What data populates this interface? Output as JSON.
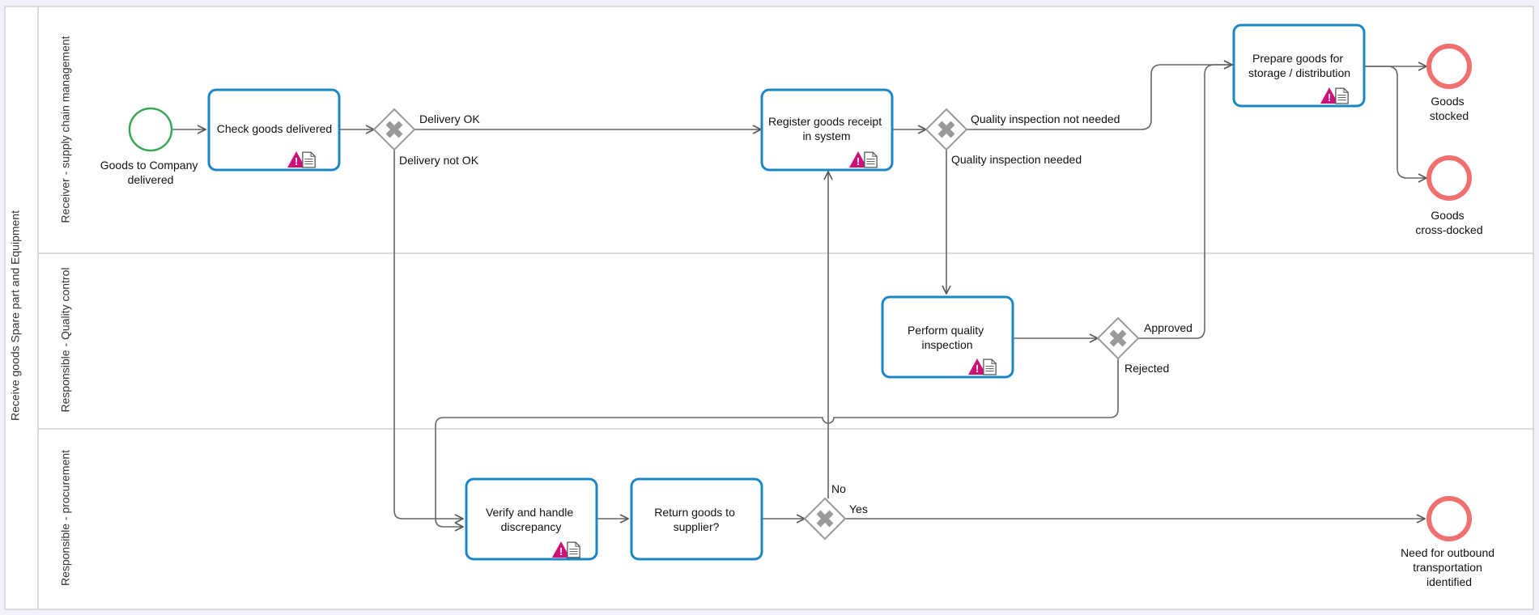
{
  "pool": {
    "title": "Receive goods Spare part and Equipment"
  },
  "lanes": [
    {
      "id": "receiver",
      "title": "Receiver - supply chain management"
    },
    {
      "id": "quality",
      "title": "Responsible - Quality control"
    },
    {
      "id": "procurement",
      "title": "Responsible - procurement"
    }
  ],
  "events": {
    "start": {
      "lines": [
        "Goods to Company",
        "delivered"
      ]
    },
    "end_stocked": {
      "lines": [
        "Goods",
        "stocked"
      ]
    },
    "end_crossdocked": {
      "lines": [
        "Goods",
        "cross-docked"
      ]
    },
    "end_outbound": {
      "lines": [
        "Need for outbound",
        "transportation",
        "identified"
      ]
    }
  },
  "tasks": {
    "check": {
      "lines": [
        "Check goods delivered"
      ]
    },
    "register": {
      "lines": [
        "Register goods receipt",
        "in system"
      ]
    },
    "prepare": {
      "lines": [
        "Prepare goods for",
        "storage / distribution"
      ]
    },
    "inspect": {
      "lines": [
        "Perform quality",
        "inspection"
      ]
    },
    "verify": {
      "lines": [
        "Verify and handle",
        "discrepancy"
      ]
    },
    "return": {
      "lines": [
        "Return goods to",
        "supplier?"
      ]
    }
  },
  "flow_labels": {
    "delivery_ok": "Delivery OK",
    "delivery_not_ok": "Delivery not OK",
    "qi_not_needed": "Quality inspection not needed",
    "qi_needed": "Quality inspection needed",
    "approved": "Approved",
    "rejected": "Rejected",
    "no": "No",
    "yes": "Yes"
  },
  "colors": {
    "task_border": "#1b86c4",
    "start_event": "#3aa655",
    "end_event": "#f07070",
    "warning_icon": "#cc1177",
    "gateway": "#9a9a9a",
    "lane_border": "#cfcfcf"
  },
  "icons": {
    "task_markers": [
      "warning-icon",
      "document-icon"
    ],
    "gateway_marker": "exclusive-x-icon"
  }
}
